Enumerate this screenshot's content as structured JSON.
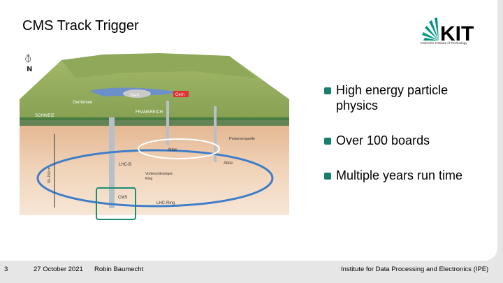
{
  "slide": {
    "title": "CMS Track Trigger",
    "bullets": [
      {
        "line1": "High energy particle",
        "line2": "physics"
      },
      {
        "line1": "Over 100 boards",
        "line2": ""
      },
      {
        "line1": "Multiple years run time",
        "line2": ""
      }
    ]
  },
  "logo": {
    "mark": "KIT",
    "subtitle": "Karlsruhe Institute of Technology",
    "icon": "kit-logo-rays"
  },
  "illustration": {
    "north_symbol": "⦽",
    "north_letter": "N",
    "labels": {
      "genf": "Genf",
      "cern": "Cern",
      "genfersee": "Genfersee",
      "schweiz": "SCHWEIZ",
      "frankreich": "FRANKREICH",
      "protonenquelle": "Protonenquelle",
      "atlas": "Atlas",
      "alice": "Alice",
      "lhcb": "LHC-B",
      "vorbeschleuniger": "Vorbeschleuniger-",
      "ring": "Ring",
      "cms": "CMS",
      "lhc_ring": "LHC-Ring",
      "depth": "50–150 m"
    },
    "highlight_color": "#1a8f72"
  },
  "footer": {
    "page_number": "3",
    "date": "27 October 2021",
    "author": "Robin Baumecht",
    "institute": "Institute for Data Processing and Electronics (IPE)"
  },
  "colors": {
    "accent": "#1a7f6a",
    "kit_green": "#009682"
  }
}
